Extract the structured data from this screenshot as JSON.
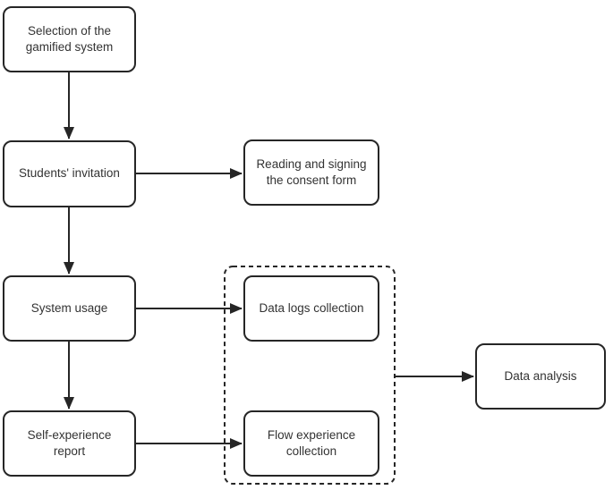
{
  "diagram": {
    "type": "flowchart",
    "colors": {
      "stroke": "#262626",
      "text": "#333333",
      "background": "#ffffff"
    },
    "nodes": {
      "selection": {
        "label": "Selection of the\ngamified system"
      },
      "invitation": {
        "label": "Students' invitation"
      },
      "consent": {
        "label": "Reading and signing\nthe consent form"
      },
      "usage": {
        "label": "System usage"
      },
      "datalogs": {
        "label": "Data logs collection"
      },
      "selfreport": {
        "label": "Self-experience\nreport"
      },
      "flow": {
        "label": "Flow experience\ncollection"
      },
      "analysis": {
        "label": "Data analysis"
      }
    },
    "groups": [
      {
        "name": "data-collection-group",
        "style": "dashed",
        "members": [
          "datalogs",
          "flow"
        ]
      }
    ],
    "edges": [
      {
        "from": "selection",
        "to": "invitation",
        "direction": "down"
      },
      {
        "from": "invitation",
        "to": "consent",
        "direction": "right"
      },
      {
        "from": "invitation",
        "to": "usage",
        "direction": "down"
      },
      {
        "from": "usage",
        "to": "datalogs",
        "direction": "right"
      },
      {
        "from": "usage",
        "to": "selfreport",
        "direction": "down"
      },
      {
        "from": "selfreport",
        "to": "flow",
        "direction": "right"
      },
      {
        "from": "data-collection-group",
        "to": "analysis",
        "direction": "right"
      }
    ]
  }
}
